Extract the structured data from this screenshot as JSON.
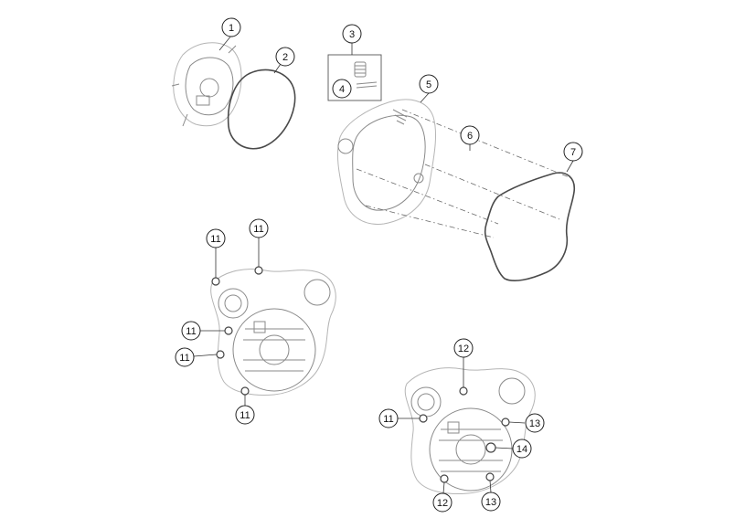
{
  "callouts": {
    "c1": "1",
    "c2": "2",
    "c3": "3",
    "c4": "4",
    "c5": "5",
    "c6": "6",
    "c7": "7",
    "c11a": "11",
    "c11b": "11",
    "c11c": "11",
    "c11d": "11",
    "c11e": "11",
    "c11f": "11",
    "c12a": "12",
    "c12b": "12",
    "c13a": "13",
    "c13b": "13",
    "c14": "14"
  },
  "colors": {
    "line": "#b5b5b5",
    "gasket": "#4a4a4a",
    "callout_stroke": "#222222",
    "background": "#ffffff"
  }
}
